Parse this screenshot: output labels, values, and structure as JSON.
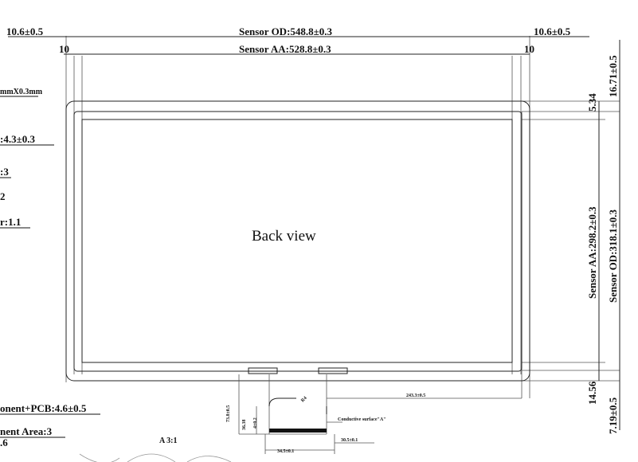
{
  "dimensions": {
    "top_left_margin": "10.6±0.5",
    "top_right_margin": "10.6±0.5",
    "sensor_od_width": "Sensor OD:548.8±0.3",
    "sensor_aa_width": "Sensor AA:528.8±0.3",
    "aa_offset_left": "10",
    "aa_offset_right": "10",
    "right_top_margin": "16.71±0.5",
    "right_top_offset": "5.34",
    "sensor_aa_height": "Sensor AA:298.2±0.3",
    "sensor_od_height": "Sensor OD:318.1±0.3",
    "right_bottom_offset": "14.56",
    "right_bottom_margin": "7.19±0.5"
  },
  "left_notes": [
    "mmX0.3mm",
    ":4.3±0.3",
    ":3",
    "2",
    "r:1.1"
  ],
  "bottom_left_notes": [
    "onent+PCB:4.6±0.5",
    "nent Area:3",
    ".6"
  ],
  "view_label": "Back view",
  "tail_detail": {
    "height_label": "73.8±0.5",
    "inner_label_1": "36.38",
    "inner_label_2": "4±0.2",
    "radius_label": "R4",
    "offset_label": "243.3±0.5",
    "conductive_label": "Conductive surface\"A\"",
    "width_1": "30.5±0.1",
    "width_2": "34.5±0.1"
  },
  "scale_label": "A 3:1"
}
